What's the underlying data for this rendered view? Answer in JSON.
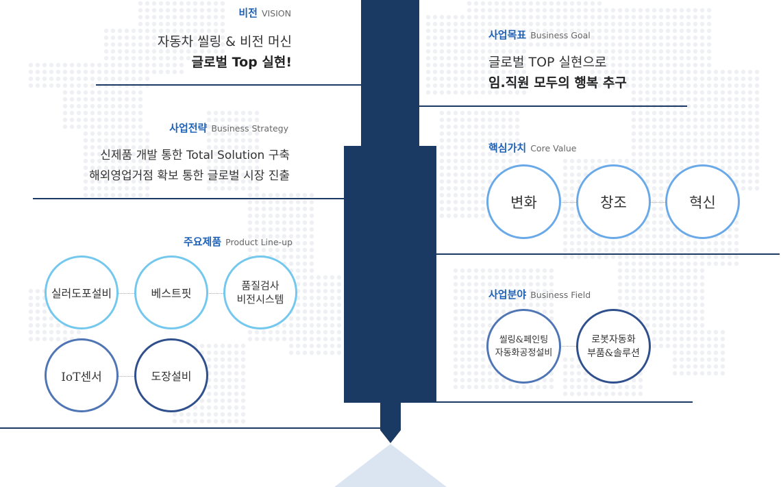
{
  "vision": {
    "title": "비전",
    "title_en": "VISION",
    "line1": "자동차 씰링 & 비전 머신",
    "line2": "글로벌 Top 실현!"
  },
  "strategy": {
    "title": "사업전략",
    "title_en": "Business Strategy",
    "line1": "신제품 개발 통한 Total Solution 구축",
    "line2": "해외영업거점 확보 통한 글로벌 시장 진출"
  },
  "products": {
    "title": "주요제품",
    "title_en": "Product Line-up",
    "items": [
      "실러도포설비",
      "베스트핏",
      "품질검사",
      "비전시스템",
      "IoT센서",
      "도장설비"
    ]
  },
  "goal": {
    "title": "사업목표",
    "title_en": "Business Goal",
    "line1": "글로벌 TOP 실현으로",
    "line2": "임.직원 모두의 행복 추구"
  },
  "core": {
    "title": "핵심가치",
    "title_en": "Core Value",
    "items": [
      "변화",
      "창조",
      "혁신"
    ]
  },
  "field": {
    "title": "사업분야",
    "title_en": "Business Field",
    "items": [
      "씰링&페인팅",
      "자동화공정설비",
      "로봇자동화",
      "부품&솔루션"
    ]
  },
  "colors": {
    "navy": "#1b3a63",
    "accent": "#1f62b5",
    "light_circle": "#74c8ee",
    "dark_circle": "#4f75b5"
  }
}
